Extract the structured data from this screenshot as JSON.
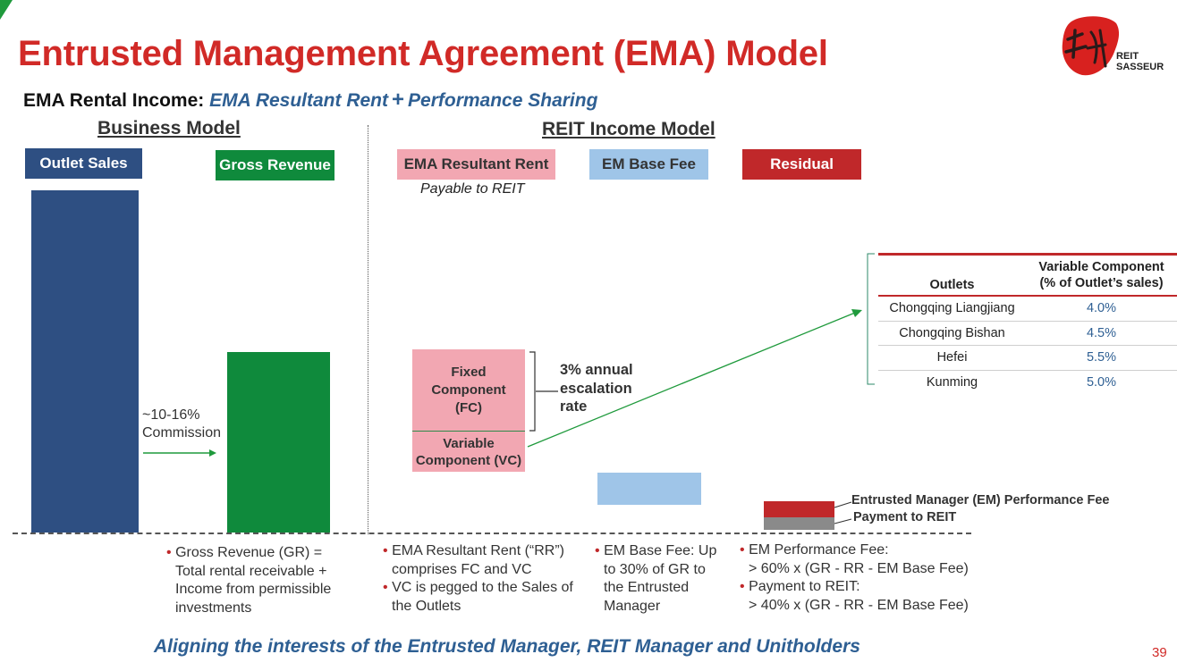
{
  "slide": {
    "title": "Entrusted Management Agreement (EMA) Model",
    "subtitle": {
      "label": "EMA Rental Income:",
      "part1": "EMA Resultant Rent",
      "plus": "+",
      "part2": "Performance Sharing"
    },
    "logo_text": "REIT SASSEUR",
    "page_number": "39",
    "footer": "Aligning the interests of the Entrusted Manager, REIT Manager and Unitholders"
  },
  "business_model": {
    "title": "Business Model",
    "outlet_sales_label": "Outlet Sales",
    "gross_revenue_label": "Gross Revenue",
    "commission_line1": "~10-16%",
    "commission_line2": "Commission",
    "bullet": [
      "Gross Revenue (GR) =",
      "Total rental receivable +",
      "Income from permissible",
      "investments"
    ]
  },
  "reit_income_model": {
    "title": "REIT Income Model",
    "ema_rr_label": "EMA Resultant Rent",
    "ema_rr_sub": "Payable to REIT",
    "em_base_fee_label": "EM Base Fee",
    "residual_label": "Residual",
    "fixed_component": [
      "Fixed",
      "Component",
      "(FC)"
    ],
    "variable_component": [
      "Variable",
      "Component (VC)"
    ],
    "escalation": [
      "3% annual",
      "escalation",
      "rate"
    ],
    "em_perf_fee_label": "Entrusted Manager (EM) Performance Fee",
    "payment_to_reit_label": "Payment to REIT",
    "rr_bullets": [
      [
        "EMA Resultant Rent (“RR”)",
        "comprises FC and VC"
      ],
      [
        "VC is pegged to the Sales of",
        "the Outlets"
      ]
    ],
    "base_fee_bullet": [
      "EM Base Fee: Up",
      "to 30% of GR to",
      "the Entrusted",
      "Manager"
    ],
    "perf_bullets": {
      "fee_title": "EM Performance Fee:",
      "fee_formula": ">  60% x (GR - RR - EM Base Fee)",
      "payment_title": "Payment to REIT:",
      "payment_formula": ">  40% x (GR - RR - EM Base Fee)"
    }
  },
  "vc_table": {
    "headers": [
      "Outlets",
      "Variable Component",
      "(% of Outlet’s sales)"
    ],
    "rows": [
      [
        "Chongqing Liangjiang",
        "4.0%"
      ],
      [
        "Chongqing Bishan",
        "4.5%"
      ],
      [
        "Hefei",
        "5.5%"
      ],
      [
        "Kunming",
        "5.0%"
      ]
    ]
  },
  "colors": {
    "title_red": "#d12a27",
    "navy": "#2e4f82",
    "green": "#0f8a3c",
    "pink": "#f2a7b2",
    "light_blue": "#9fc5e8",
    "residual_red": "#c0282a",
    "grey": "#8a8a8a",
    "accent_blue": "#2e5f93"
  }
}
